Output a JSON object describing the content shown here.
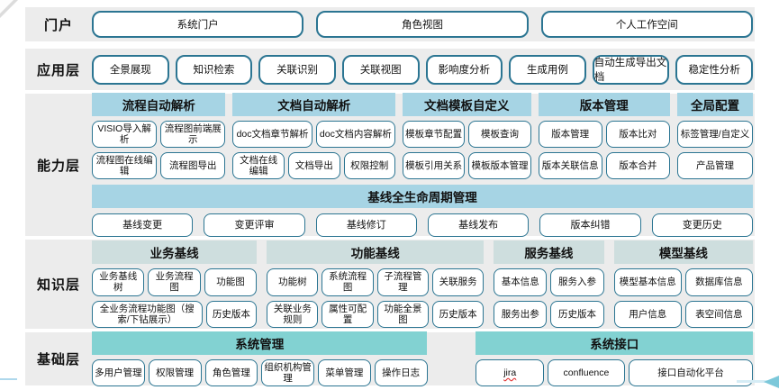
{
  "colors": {
    "band_background": "#ececec",
    "box_border": "#2b7592",
    "capability_header": "#a6d4e4",
    "knowledge_header": "#cedede",
    "foundation_header": "#82d2d2",
    "arrow": "#7cc8da"
  },
  "layers": [
    {
      "id": "portal",
      "label": "门户",
      "items": [
        "系统门户",
        "角色视图",
        "个人工作空间"
      ]
    },
    {
      "id": "application",
      "label": "应用层",
      "items": [
        "全景展现",
        "知识检索",
        "关联识别",
        "关联视图",
        "影响度分析",
        "生成用例",
        "自动生成导出文档",
        "稳定性分析"
      ]
    },
    {
      "id": "capability",
      "label": "能力层",
      "groups": [
        {
          "header": "流程自动解析",
          "rows": [
            [
              "VISIO导入解析",
              "流程图前端展示"
            ],
            [
              "流程图在线编辑",
              "流程图导出"
            ]
          ]
        },
        {
          "header": "文档自动解析",
          "rows": [
            [
              "doc文档章节解析",
              "doc文档内容解析"
            ],
            [
              "文档在线编辑",
              "文档导出",
              "权限控制"
            ]
          ]
        },
        {
          "header": "文档模板自定义",
          "rows": [
            [
              "模板章节配置",
              "模板查询"
            ],
            [
              "模板引用关系",
              "模板版本管理"
            ]
          ]
        },
        {
          "header": "版本管理",
          "rows": [
            [
              "版本管理",
              "版本比对"
            ],
            [
              "版本关联信息",
              "版本合并"
            ]
          ]
        },
        {
          "header": "全局配置",
          "rows": [
            [
              "标签管理/自定义"
            ],
            [
              "产品管理"
            ]
          ]
        }
      ],
      "baseline": {
        "header": "基线全生命周期管理",
        "items": [
          "基线变更",
          "变更评审",
          "基线修订",
          "基线发布",
          "版本纠错",
          "变更历史"
        ]
      }
    },
    {
      "id": "knowledge",
      "label": "知识层",
      "groups": [
        {
          "header": "业务基线",
          "rows": [
            [
              "业务基线树",
              "业务流程图",
              "功能图"
            ],
            [
              "全业务流程功能图（搜索/下钻展示）",
              "历史版本"
            ]
          ]
        },
        {
          "header": "功能基线",
          "rows": [
            [
              "功能树",
              "系统流程图",
              "子流程管理",
              "关联服务"
            ],
            [
              "关联业务规则",
              "属性可配置",
              "功能全景图",
              "历史版本"
            ]
          ]
        },
        {
          "header": "服务基线",
          "rows": [
            [
              "基本信息",
              "服务入参"
            ],
            [
              "服务出参",
              "历史版本"
            ]
          ]
        },
        {
          "header": "模型基线",
          "rows": [
            [
              "模型基本信息",
              "数据库信息"
            ],
            [
              "用户信息",
              "表空间信息"
            ]
          ]
        }
      ]
    },
    {
      "id": "foundation",
      "label": "基础层",
      "groups": [
        {
          "header": "系统管理",
          "rows": [
            [
              "多用户管理",
              "权限管理",
              "角色管理",
              "组织机构管理",
              "菜单管理",
              "操作日志"
            ]
          ]
        },
        {
          "header": "系统接口",
          "rows": [
            [
              {
                "label": "jira",
                "misspelled": true
              },
              "confluence",
              "接口自动化平台"
            ]
          ]
        }
      ]
    }
  ]
}
